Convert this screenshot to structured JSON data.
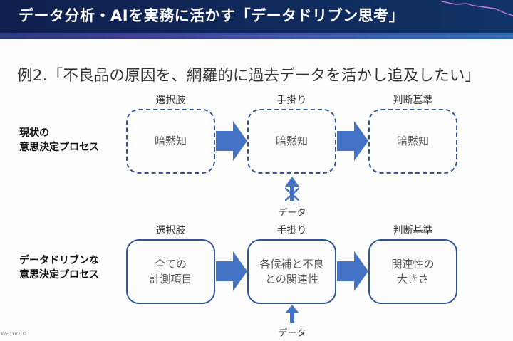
{
  "header": {
    "title": "データ分析・AIを実務に活かす「データドリブン思考」",
    "colors": {
      "background": "#10285a",
      "text": "#ffffff",
      "accent_line": "#c77de0"
    }
  },
  "example_title": "例2.「不良品の原因を、網羅的に過去データを活かし追及したい」",
  "columns": [
    "選択肢",
    "手掛り",
    "判断基準"
  ],
  "rows": [
    {
      "label_lines": [
        "現状の",
        "意思決定プロセス"
      ],
      "style": "dashed",
      "boxes": [
        {
          "lines": [
            "暗黙知"
          ]
        },
        {
          "lines": [
            "暗黙知"
          ]
        },
        {
          "lines": [
            "暗黙知"
          ]
        }
      ],
      "data_input": {
        "label": "データ",
        "blocked": true,
        "icon": "blocked-up-arrow-icon"
      }
    },
    {
      "label_lines": [
        "データドリブンな",
        "意思決定プロセス"
      ],
      "style": "solid",
      "boxes": [
        {
          "lines": [
            "全ての",
            "計測項目"
          ]
        },
        {
          "lines": [
            "各候補と不良",
            "との関連性"
          ]
        },
        {
          "lines": [
            "関連性の",
            "大きさ"
          ]
        }
      ],
      "data_input": {
        "label": "データ",
        "blocked": false,
        "icon": "up-arrow-icon"
      }
    }
  ],
  "colors": {
    "box_border": "#2f5597",
    "arrow_fill": "#4472c4"
  },
  "watermark": "wamoto"
}
